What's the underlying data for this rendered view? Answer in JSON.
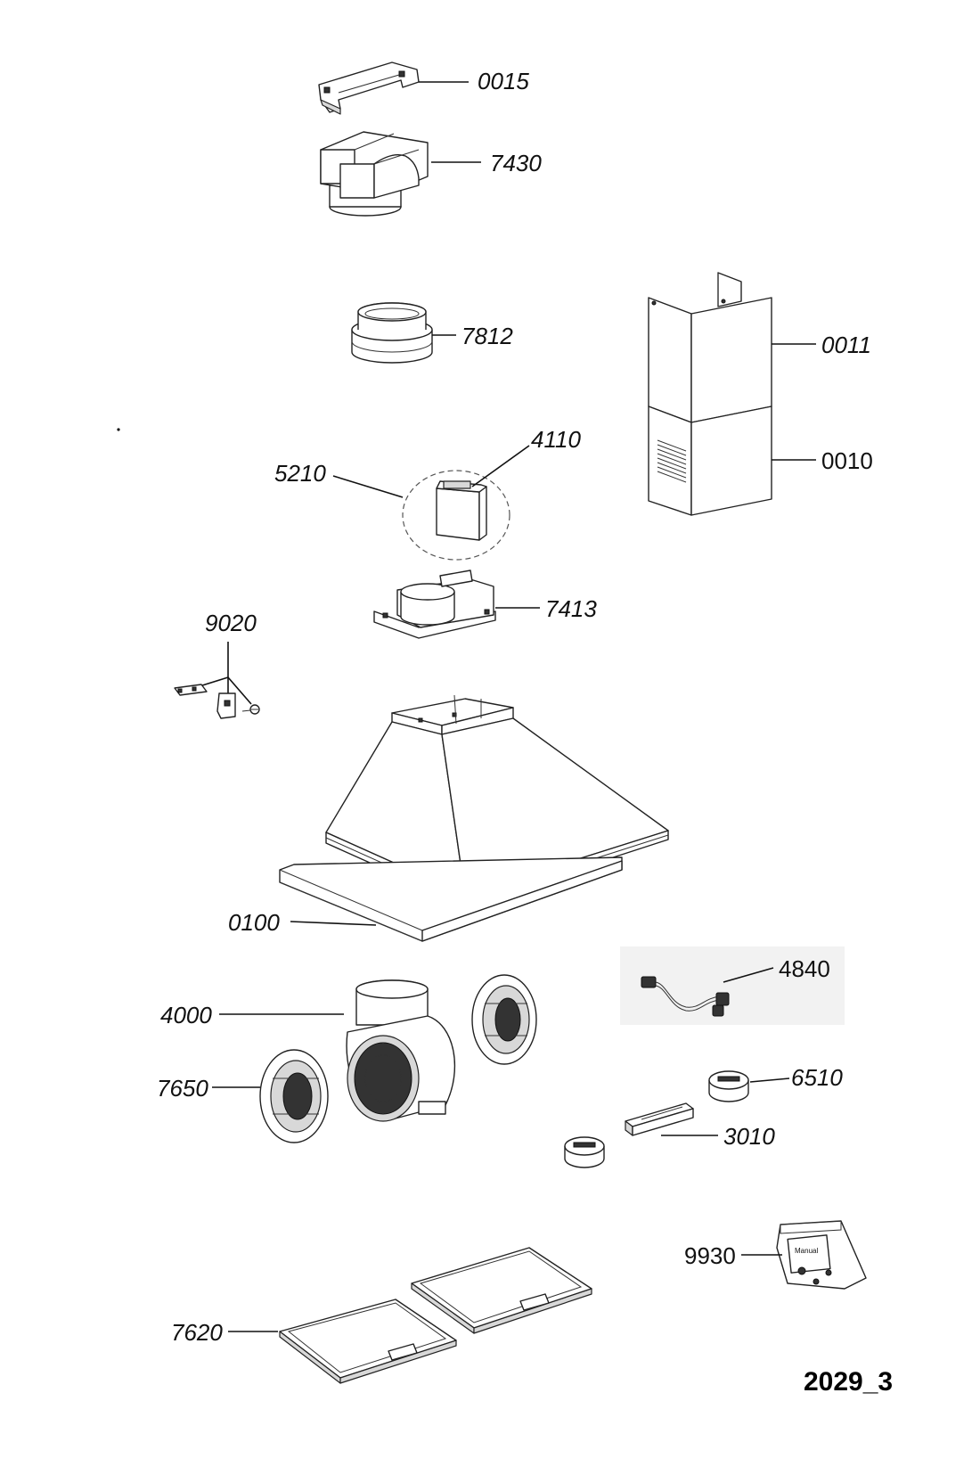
{
  "labels": {
    "p0015": "0015",
    "p7430": "7430",
    "p7812": "7812",
    "p0011": "0011",
    "p0010": "0010",
    "p4110": "4110",
    "p5210": "5210",
    "p7413": "7413",
    "p9020": "9020",
    "p0100": "0100",
    "p4840": "4840",
    "p4000": "4000",
    "p7650": "7650",
    "p6510": "6510",
    "p3010": "3010",
    "p9930": "9930",
    "p7620": "7620"
  },
  "manual_text": "Manual",
  "drawing_id": "2029_3"
}
